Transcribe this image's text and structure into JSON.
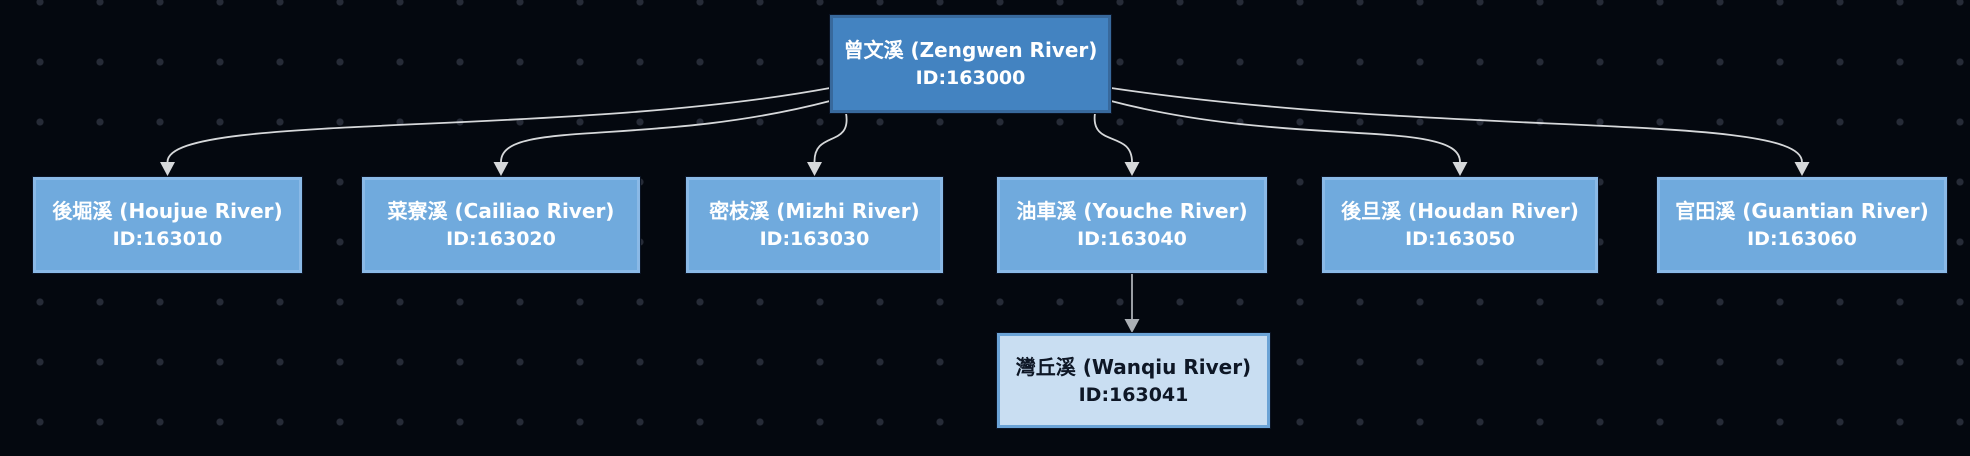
{
  "diagram": {
    "type": "tree",
    "nodes": [
      {
        "label": "曾文溪 (Zengwen River)",
        "id_label": "ID:163000",
        "level": "root"
      },
      {
        "label": "後堀溪 (Houjue River)",
        "id_label": "ID:163010",
        "level": "child"
      },
      {
        "label": "菜寮溪 (Cailiao River)",
        "id_label": "ID:163020",
        "level": "child"
      },
      {
        "label": "密枝溪 (Mizhi River)",
        "id_label": "ID:163030",
        "level": "child"
      },
      {
        "label": "油車溪 (Youche River)",
        "id_label": "ID:163040",
        "level": "child"
      },
      {
        "label": "後旦溪 (Houdan River)",
        "id_label": "ID:163050",
        "level": "child"
      },
      {
        "label": "官田溪 (Guantian River)",
        "id_label": "ID:163060",
        "level": "child"
      },
      {
        "label": "灣丘溪 (Wanqiu River)",
        "id_label": "ID:163041",
        "level": "grandchild"
      }
    ],
    "edges": [
      {
        "from": "163000",
        "to": "163010"
      },
      {
        "from": "163000",
        "to": "163020"
      },
      {
        "from": "163000",
        "to": "163030"
      },
      {
        "from": "163000",
        "to": "163040"
      },
      {
        "from": "163000",
        "to": "163050"
      },
      {
        "from": "163000",
        "to": "163060"
      },
      {
        "from": "163040",
        "to": "163041"
      }
    ],
    "colors": {
      "background": "#04080f",
      "dot": "#262b37",
      "root_fill": "#4383c1",
      "root_border": "#38699c",
      "child_fill": "#70aadd",
      "child_border": "#8ab9e6",
      "grandchild_fill": "#c9def2",
      "grandchild_border": "#6ba3d6",
      "edge": "#d6d8da",
      "edge_secondary": "#abb0b5",
      "text_light": "#ffffff",
      "text_dark": "#0e1726"
    }
  }
}
